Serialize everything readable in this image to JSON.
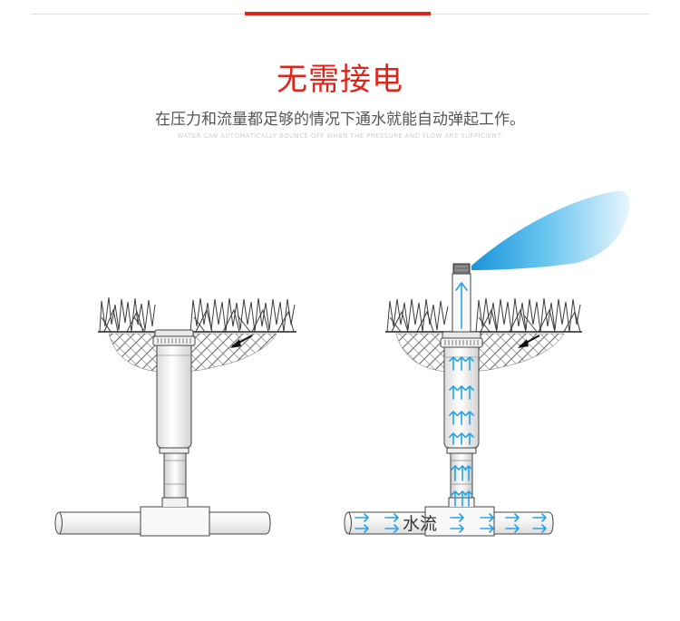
{
  "header": {
    "title": "无需接电",
    "subtitle": "在压力和流量都足够的情况下通水就能自动弹起工作。",
    "caption_en": "WATER CAN AUTOMATICALLY BOUNCE OFF WHEN THE PRESSURE AND FLOW ARE SUFFICIENT."
  },
  "diagram": {
    "flow_label": "水流",
    "colors": {
      "accent": "#e0241c",
      "water": "#29a3e6",
      "spray": "#3aaee8",
      "outline": "#444444"
    }
  }
}
